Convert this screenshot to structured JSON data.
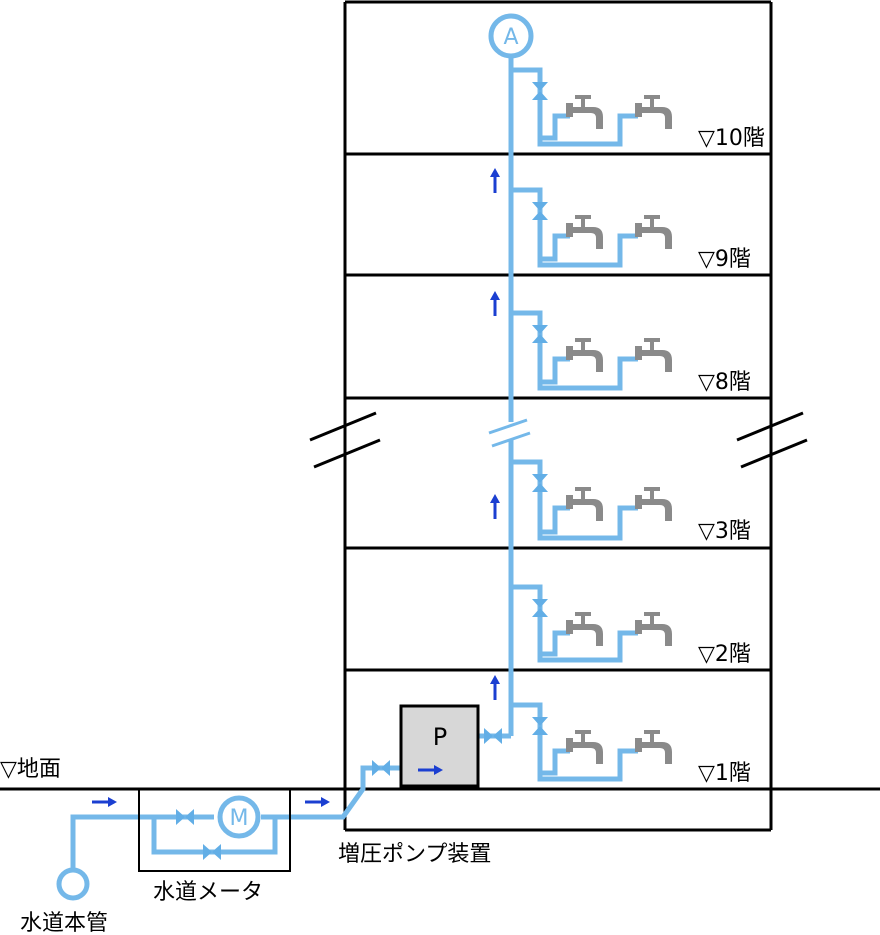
{
  "colors": {
    "pipe": "#74b8e9",
    "valve": "#62aee6",
    "arrow": "#1b3fd1",
    "line": "#000000",
    "pump_fill": "#d7d7d7",
    "faucet": "#8a8a8a"
  },
  "labels": {
    "ground": "▽地面",
    "water_main": "水道本管",
    "water_meter": "水道メータ",
    "booster_pump": "増圧ポンプ装置",
    "pump_symbol": "P",
    "meter_symbol": "M",
    "air_valve_symbol": "A"
  },
  "floors": [
    {
      "label": "▽10階"
    },
    {
      "label": "▽9階"
    },
    {
      "label": "▽8階"
    },
    {
      "label": "▽3階"
    },
    {
      "label": "▽2階"
    },
    {
      "label": "▽1階"
    }
  ]
}
